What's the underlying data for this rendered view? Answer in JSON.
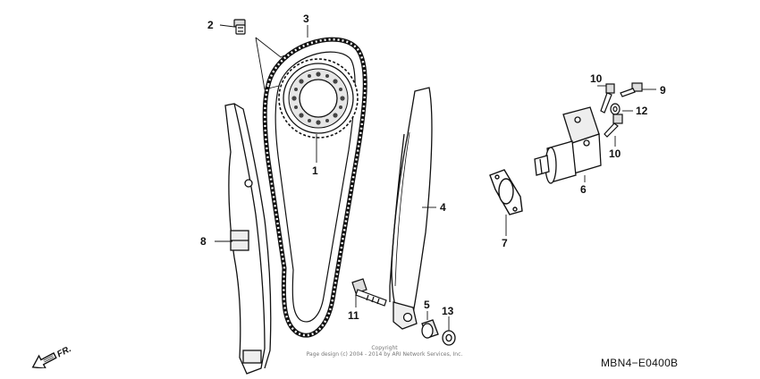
{
  "callouts": {
    "c1": "1",
    "c2": "2",
    "c3": "3",
    "c4": "4",
    "c5": "5",
    "c6": "6",
    "c7": "7",
    "c8": "8",
    "c9": "9",
    "c10a": "10",
    "c10b": "10",
    "c11": "11",
    "c12": "12",
    "c13": "13"
  },
  "front_indicator": "FR.",
  "copyright": {
    "line1": "Copyright",
    "line2": "Page design (c) 2004 - 2014 by ARI Network Services, Inc."
  },
  "diagram_code": "MBN4−E0400B"
}
